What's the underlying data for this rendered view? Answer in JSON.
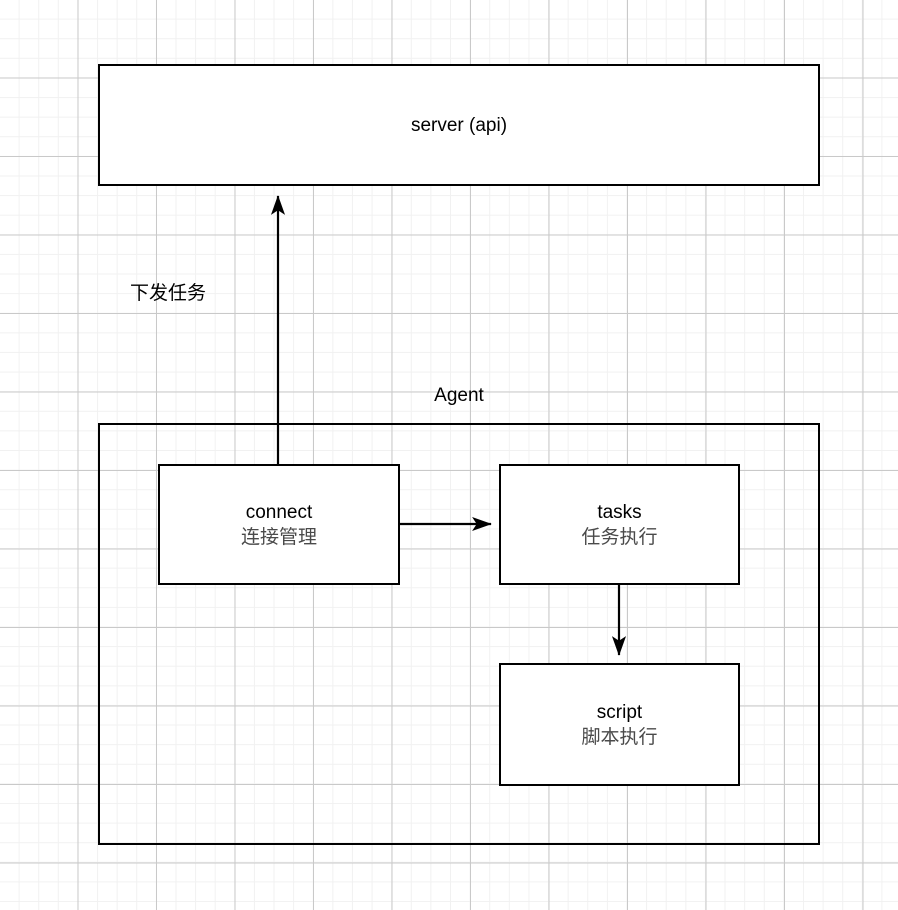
{
  "diagram": {
    "title_text": "Agent",
    "nodes": {
      "server": {
        "label": "server (api)"
      },
      "agent": {
        "label": "Agent"
      },
      "connect": {
        "label": "connect",
        "sublabel": "连接管理"
      },
      "tasks": {
        "label": "tasks",
        "sublabel": "任务执行"
      },
      "script": {
        "label": "script",
        "sublabel": "脚本执行"
      }
    },
    "edges": {
      "connect_to_server": {
        "label": "下发任务",
        "from": "connect",
        "to": "server",
        "direction": "up"
      },
      "connect_to_tasks": {
        "label": "",
        "from": "connect",
        "to": "tasks",
        "direction": "right"
      },
      "tasks_to_script": {
        "label": "",
        "from": "tasks",
        "to": "script",
        "direction": "down"
      }
    },
    "colors": {
      "stroke": "#000000",
      "node_fill": "#ffffff",
      "sublabel_text": "#4a4a4a",
      "grid_minor": "#f1f1f1",
      "grid_major": "#c9c9c9",
      "background": "#ffffff"
    }
  }
}
